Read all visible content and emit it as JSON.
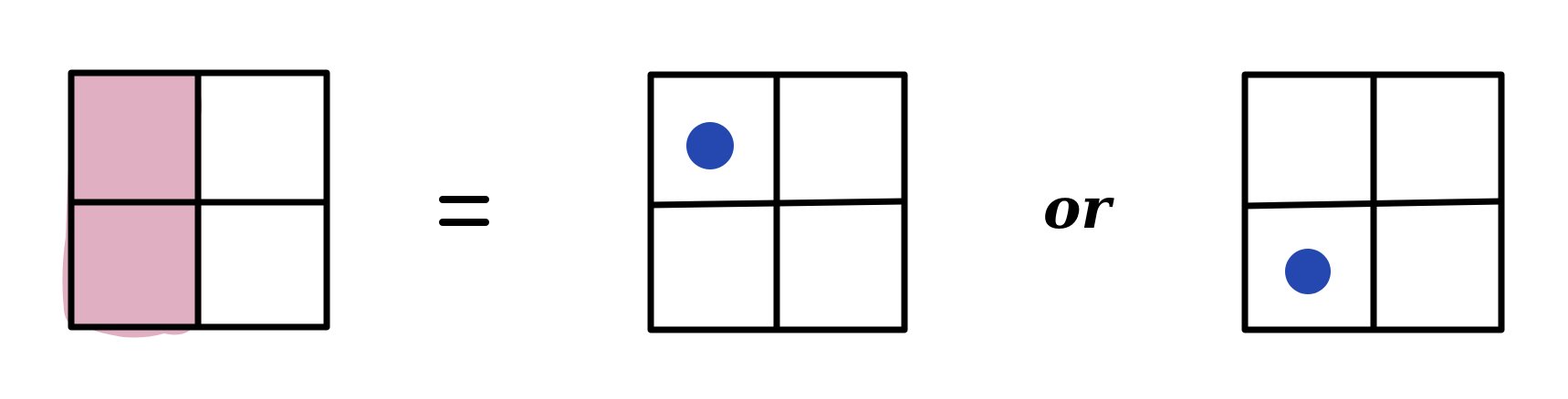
{
  "diagram": {
    "left_grid": {
      "rows": 2,
      "cols": 2,
      "shaded_column": 1,
      "shade_color": "#e1afc2"
    },
    "equals_symbol": "=",
    "option_1": {
      "rows": 2,
      "cols": 2,
      "dot_cell": "top-left",
      "dot_color": "#2447b0"
    },
    "connector": "or",
    "option_2": {
      "rows": 2,
      "cols": 2,
      "dot_cell": "bottom-left",
      "dot_color": "#2447b0"
    },
    "line_color": "#000000"
  }
}
